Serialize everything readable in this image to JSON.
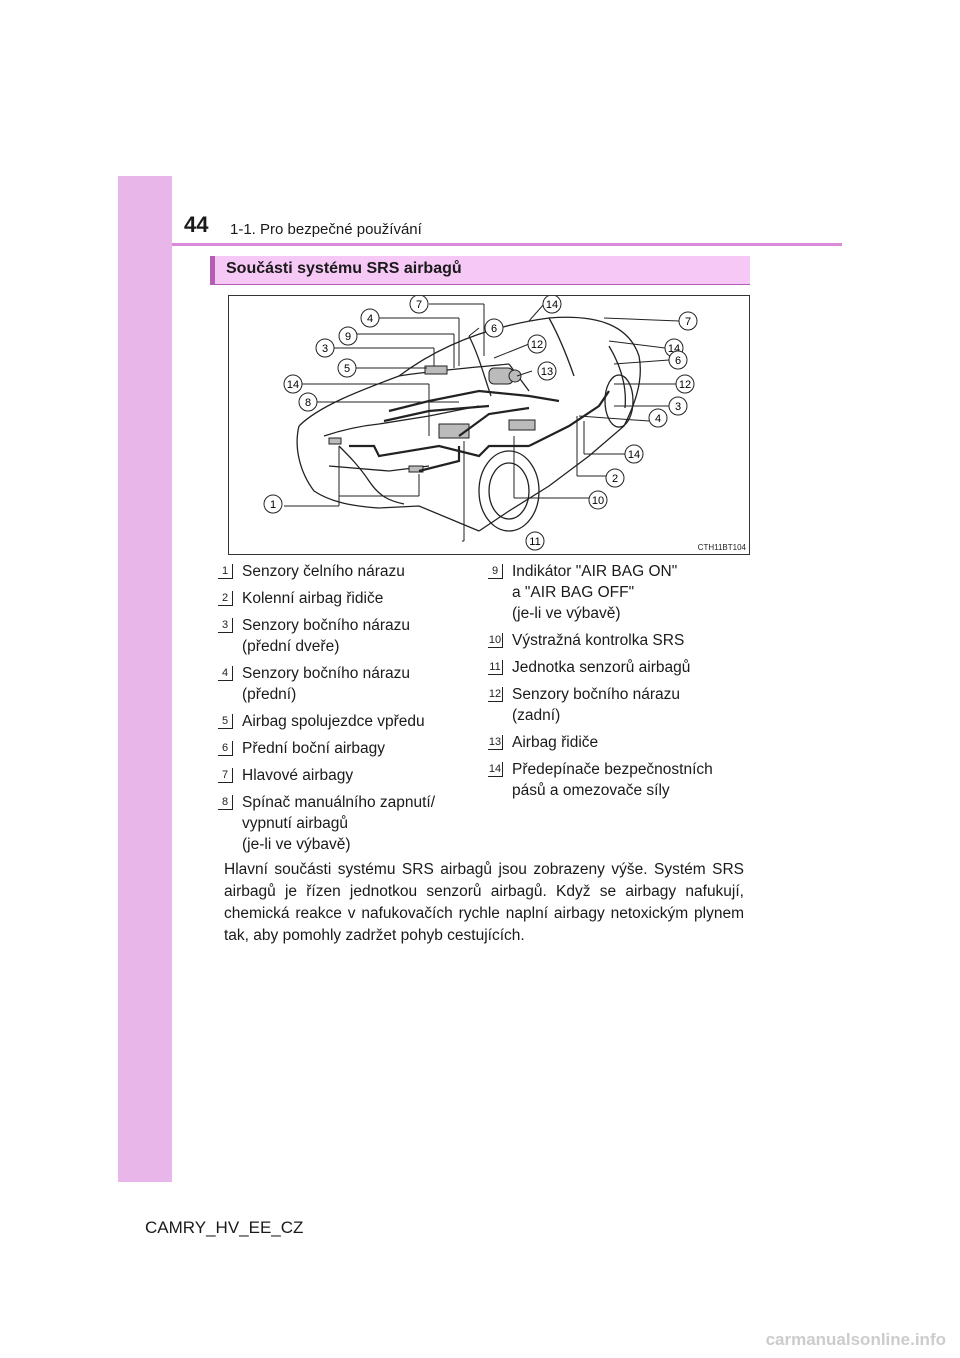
{
  "header": {
    "page_number": "44",
    "chapter": "1-1. Pro bezpečné používání"
  },
  "section": {
    "title": "Součásti systému SRS airbagů"
  },
  "figure": {
    "code": "CTH11BT104",
    "callouts": [
      "1",
      "2",
      "3",
      "3",
      "4",
      "4",
      "5",
      "6",
      "6",
      "7",
      "7",
      "8",
      "9",
      "10",
      "11",
      "12",
      "12",
      "13",
      "14",
      "14",
      "14",
      "14"
    ]
  },
  "legend": {
    "left": [
      {
        "num": "1",
        "text": "Senzory čelního nárazu"
      },
      {
        "num": "2",
        "text": "Kolenní airbag řidiče"
      },
      {
        "num": "3",
        "text": "Senzory bočního nárazu\n(přední dveře)"
      },
      {
        "num": "4",
        "text": "Senzory bočního nárazu\n(přední)"
      },
      {
        "num": "5",
        "text": "Airbag spolujezdce vpředu"
      },
      {
        "num": "6",
        "text": "Přední boční airbagy"
      },
      {
        "num": "7",
        "text": "Hlavové airbagy"
      },
      {
        "num": "8",
        "text": "Spínač manuálního zapnutí/\nvypnutí airbagů\n(je-li ve výbavě)"
      }
    ],
    "right": [
      {
        "num": "9",
        "text": "Indikátor \"AIR BAG ON\"\na \"AIR BAG OFF\"\n(je-li ve výbavě)"
      },
      {
        "num": "10",
        "text": "Výstražná kontrolka SRS"
      },
      {
        "num": "11",
        "text": "Jednotka senzorů airbagů"
      },
      {
        "num": "12",
        "text": "Senzory bočního nárazu\n(zadní)"
      },
      {
        "num": "13",
        "text": "Airbag řidiče"
      },
      {
        "num": "14",
        "text": "Předepínače bezpečnostních\npásů a omezovače síly"
      }
    ]
  },
  "body": {
    "paragraph": "Hlavní součásti systému SRS airbagů jsou zobrazeny výše. Systém SRS airbagů je řízen jednotkou senzorů airbagů. Když se airbagy nafukují, chemická reakce v nafukovačích rychle naplní airbagy netoxickým plynem tak, aby pomohly zadržet pohyb cestujících."
  },
  "footer": {
    "code": "CAMRY_HV_EE_CZ"
  },
  "watermark": {
    "text": "carmanualsonline.info"
  }
}
